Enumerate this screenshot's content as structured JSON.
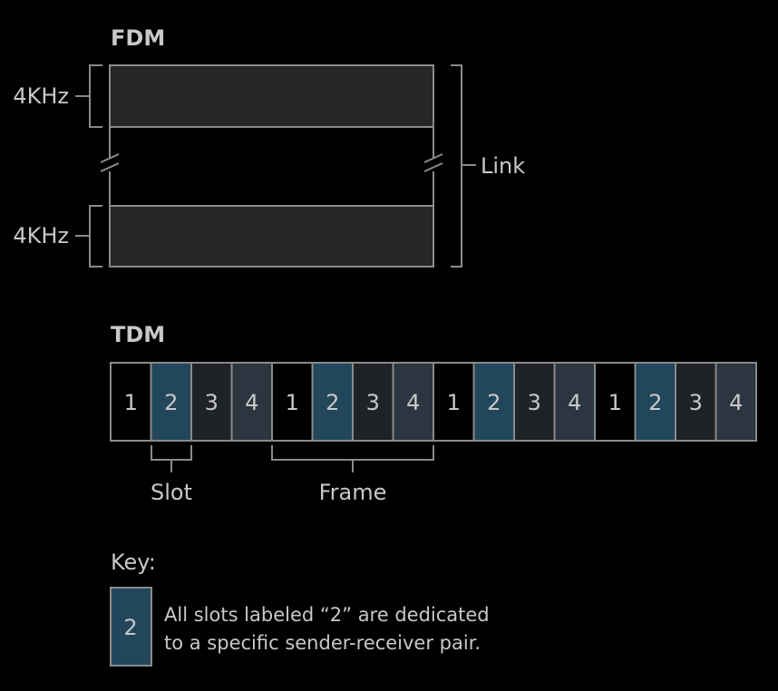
{
  "fdm": {
    "title": "FDM",
    "band_labels": [
      "4KHz",
      "4KHz"
    ],
    "link_label": "Link"
  },
  "tdm": {
    "title": "TDM",
    "slots": [
      "1",
      "2",
      "3",
      "4",
      "1",
      "2",
      "3",
      "4",
      "1",
      "2",
      "3",
      "4",
      "1",
      "2",
      "3",
      "4"
    ],
    "slot_label": "Slot",
    "frame_label": "Frame"
  },
  "key": {
    "title": "Key:",
    "sample_slot": "2",
    "description_line1": "All slots labeled “2” are dedicated",
    "description_line2": "to a specific sender-receiver pair."
  },
  "colors": {
    "background": "#000000",
    "band_fill": "#262626",
    "outline": "#8a8a8a",
    "label_text": "#c8c8c8",
    "title_text": "#c8c8c8",
    "slot_1": "#000000",
    "slot_2": "#22475c",
    "slot_3": "#1f2226",
    "slot_4": "#2b3640"
  }
}
